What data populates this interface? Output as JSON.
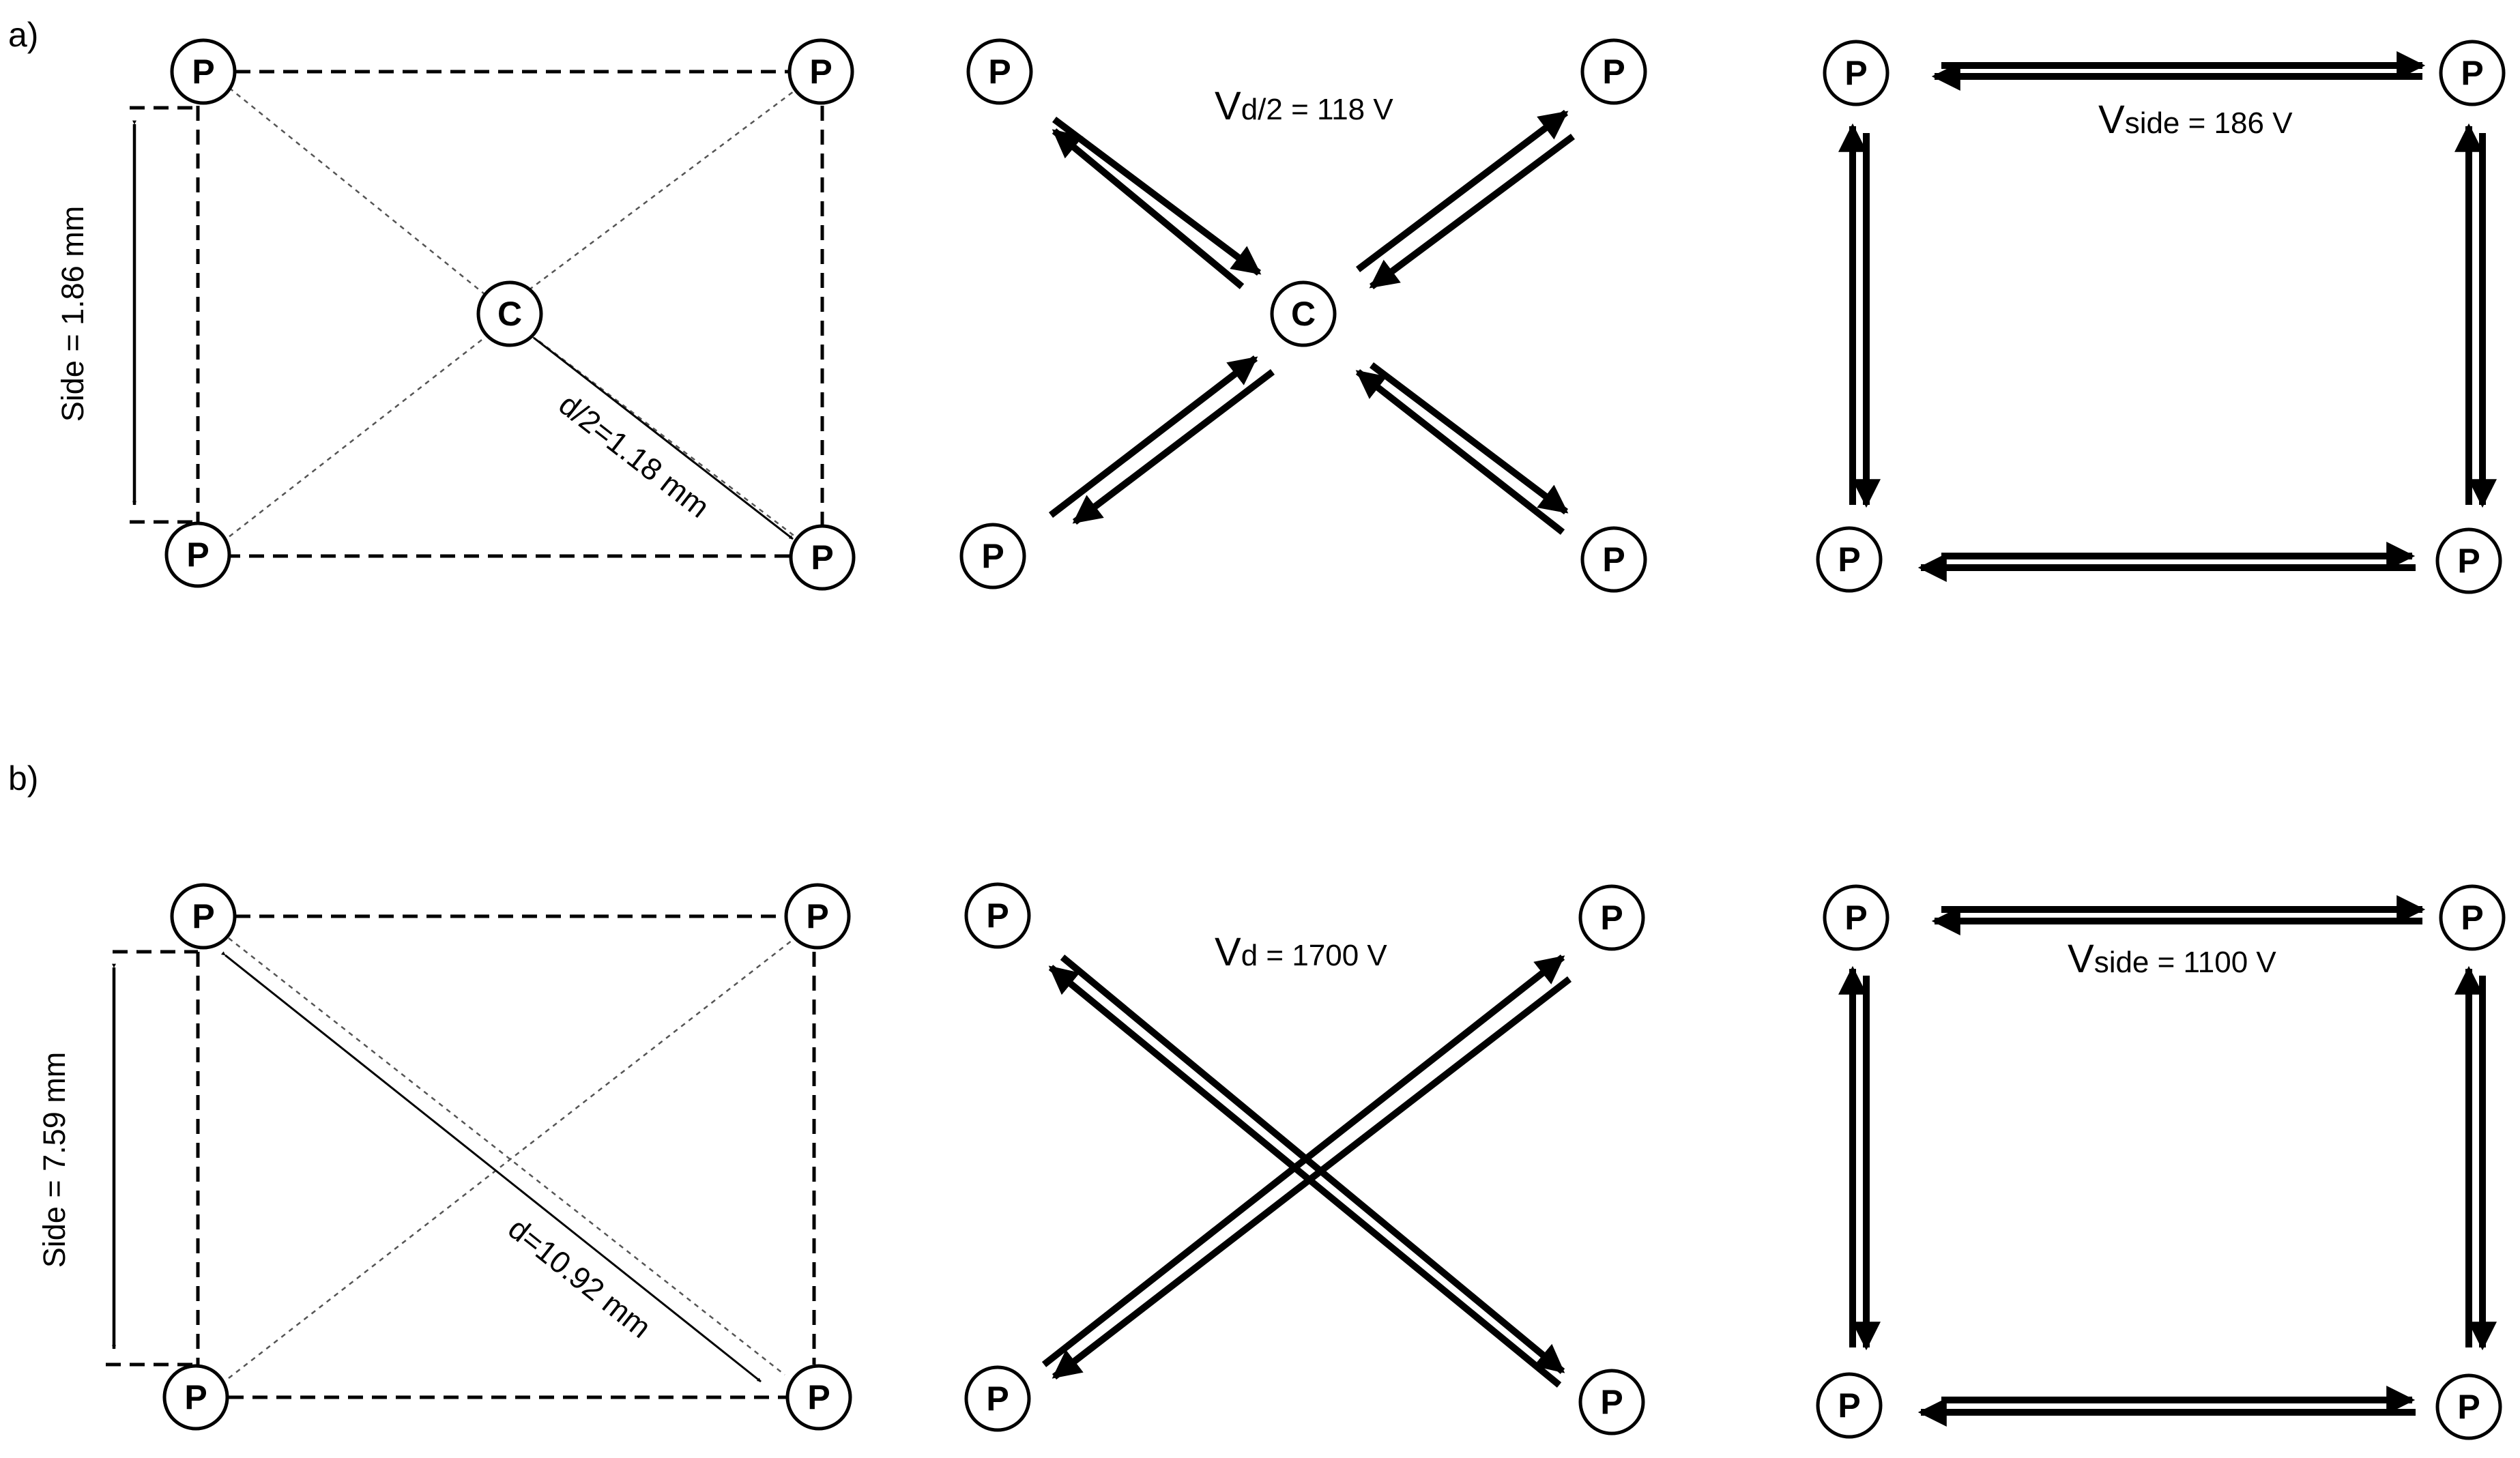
{
  "panels": {
    "a": "a)",
    "b": "b)"
  },
  "nodes": {
    "pad": "P",
    "center": "C"
  },
  "row_a": {
    "side_label": "Side = 1.86 mm",
    "half_diag_label": "d/2=1.18 mm",
    "v_diag": {
      "symbol": "V",
      "sub": "d/2",
      "value": " = 118 V"
    },
    "v_side": {
      "symbol": "V",
      "sub": "side",
      "value": " = 186 V"
    }
  },
  "row_b": {
    "side_label": "Side  = 7.59 mm",
    "diag_label": "d=10.92 mm",
    "v_diag": {
      "symbol": "V",
      "sub": "d",
      "value": " = 1700 V"
    },
    "v_side": {
      "symbol": "V",
      "sub": "side",
      "value": " = 1100 V"
    }
  }
}
